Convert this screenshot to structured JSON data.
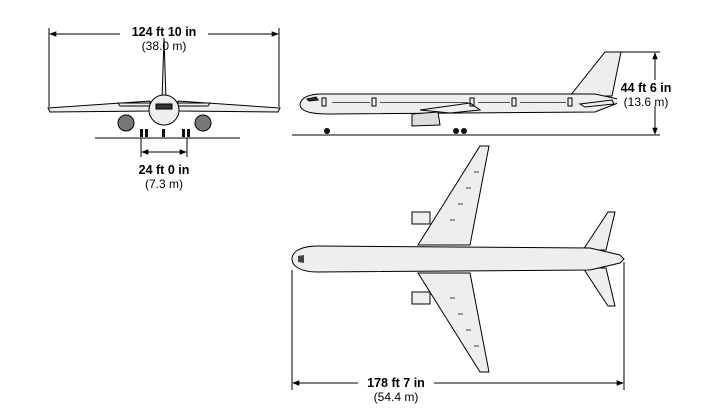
{
  "dimensions": {
    "wingspan": {
      "imperial": "124 ft 10 in",
      "metric": "(38.0 m)"
    },
    "height": {
      "imperial": "44 ft 6 in",
      "metric": "(13.6 m)"
    },
    "wheel_track": {
      "imperial": "24 ft 0 in",
      "metric": "(7.3 m)"
    },
    "length": {
      "imperial": "178 ft 7 in",
      "metric": "(54.4 m)"
    }
  },
  "colors": {
    "airframe_fill": "#eeeeee",
    "outline": "#000000",
    "engine": "#777777"
  }
}
